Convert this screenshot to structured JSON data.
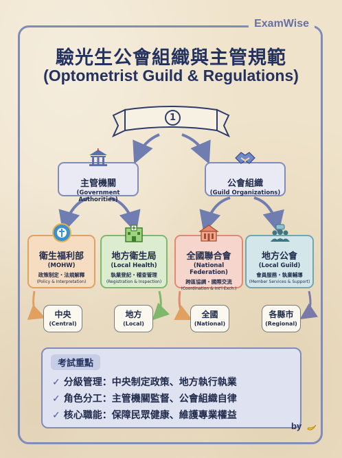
{
  "brand": "ExamWise",
  "title_zh": "驗光生公會組織與主管規範",
  "title_en": "(Optometrist Guild & Regulations)",
  "ribbon_number": "1",
  "level1": [
    {
      "zh": "主管機關",
      "en": "(Government Authorities)",
      "icon": "government-building-icon"
    },
    {
      "zh": "公會組織",
      "en": "(Guild Organizations)",
      "icon": "handshake-icon"
    }
  ],
  "level2": [
    {
      "zh": "衛生福利部",
      "en": "(MOHW)",
      "desc": "政策制定・法規解釋",
      "desc_en": "(Policy & Interpretation)",
      "icon": "mohw-emblem-icon",
      "color": "#f6dcc0"
    },
    {
      "zh": "地方衛生局",
      "en": "(Local Health)",
      "desc": "執業登記・稽查管理",
      "desc_en": "(Registration & Inspection)",
      "icon": "hospital-icon",
      "color": "#dbeccf"
    },
    {
      "zh": "全國聯合會",
      "en": "(National Federation)",
      "desc": "跨區協調・國際交流",
      "desc_en": "(Coordination & Int'l Exch.)",
      "icon": "federation-building-icon",
      "color": "#f6d6cc"
    },
    {
      "zh": "地方公會",
      "en": "(Local Guild)",
      "desc": "會員服務・執業輔導",
      "desc_en": "(Member Services & Support)",
      "icon": "people-group-icon",
      "color": "#d3e6ea"
    }
  ],
  "level3": [
    {
      "zh": "中央",
      "en": "(Central)"
    },
    {
      "zh": "地方",
      "en": "(Local)"
    },
    {
      "zh": "全國",
      "en": "(National)"
    },
    {
      "zh": "各縣市",
      "en": "(Regional)"
    }
  ],
  "summary": {
    "heading": "考試重點",
    "items": [
      "分級管理：中央制定政策、地方執行執業",
      "角色分工：主管機關監督、公會組織自律",
      "核心職能：保障民眾健康、維護專業權益"
    ]
  },
  "byline": "by"
}
